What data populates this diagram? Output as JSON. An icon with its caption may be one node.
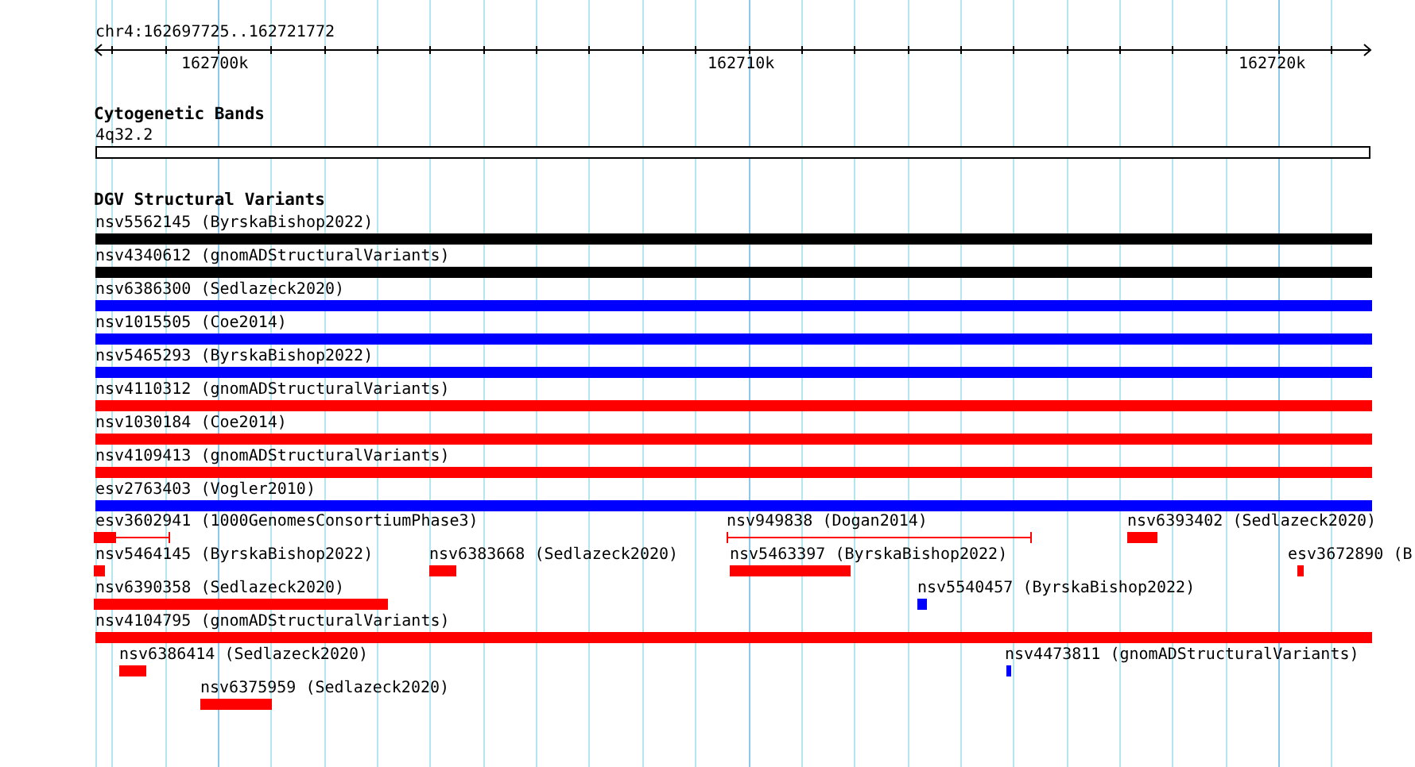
{
  "diagram": {
    "title": "chr4:162697725..162721772",
    "labels": [
      "162700k",
      "162710k",
      "162720k",
      "Cytogenetic Bands",
      "DGV Structural Variants"
    ],
    "nodes": [
      {
        "text": [
          "4q32.2"
        ]
      },
      {
        "text": [
          "nsv5562145 (ByrskaBishop2022)"
        ]
      },
      {
        "text": [
          "nsv4340612 (gnomADStructuralVariants)"
        ]
      },
      {
        "text": [
          "nsv6386300 (Sedlazeck2020)"
        ]
      },
      {
        "text": [
          "nsv1015505 (Coe2014)"
        ]
      },
      {
        "text": [
          "nsv5465293 (ByrskaBishop2022)"
        ]
      },
      {
        "text": [
          "nsv4110312 (gnomADStructuralVariants)"
        ]
      },
      {
        "text": [
          "nsv1030184 (Coe2014)"
        ]
      },
      {
        "text": [
          "nsv4109413 (gnomADStructuralVariants)"
        ]
      },
      {
        "text": [
          "esv2763403 (Vogler2010)"
        ]
      },
      {
        "text": [
          "esv3602941 (1000GenomesConsortiumPhase3)"
        ]
      },
      {
        "text": [
          "nsv949838 (Dogan2014)"
        ]
      },
      {
        "text": [
          "nsv6393402 (Sedlazeck2020)"
        ]
      },
      {
        "text": [
          "nsv5464145 (ByrskaBishop2022)"
        ]
      },
      {
        "text": [
          "nsv6383668 (Sedlazeck2020)"
        ]
      },
      {
        "text": [
          "nsv5463397 (ByrskaBishop2022)"
        ]
      },
      {
        "text": [
          "esv3672890 (B"
        ]
      },
      {
        "text": [
          "nsv6390358 (Sedlazeck2020)"
        ]
      },
      {
        "text": [
          "nsv5540457 (ByrskaBishop2022)"
        ]
      },
      {
        "text": [
          "nsv4104795 (gnomADStructuralVariants)"
        ]
      },
      {
        "text": [
          "nsv6386414 (Sedlazeck2020)"
        ]
      },
      {
        "text": [
          "nsv4473811 (gnomADStructuralVariants)"
        ]
      },
      {
        "text": [
          "nsv6375959 (Sedlazeck2020)"
        ]
      }
    ]
  }
}
